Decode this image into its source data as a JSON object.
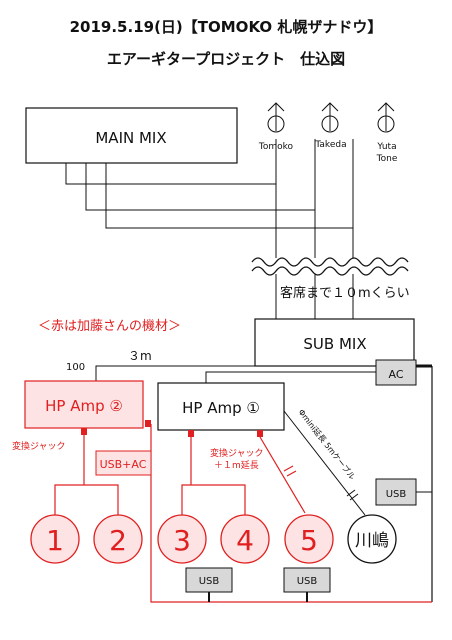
{
  "title": {
    "line1": "2019.5.19(日)【TOMOKO 札幌ザナドウ】",
    "line2": "エアーギタープロジェクト　仕込図"
  },
  "mixers": {
    "main_mix": "MAIN MIX",
    "sub_mix": "SUB MIX"
  },
  "mics": [
    {
      "label": "Tomoko"
    },
    {
      "label": "Takeda"
    },
    {
      "label": "Yuta Tone",
      "line1": "Yuta",
      "line2": "Tone"
    }
  ],
  "notes": {
    "audience_distance": "客席まで１０mくらい",
    "red_note": "＜赤は加藤さんの機材＞",
    "cable_100": "100",
    "cable_3m": "３m",
    "converter_jack": "変換ジャック",
    "converter_jack_ext_1": "変換ジャック",
    "converter_jack_ext_2": "＋１m延長",
    "mini_cable": "Φmini延長 5mケーブル"
  },
  "devices": {
    "hp_amp_2": "HP Amp ②",
    "hp_amp_1": "HP Amp ①",
    "usb_ac": "USB+AC",
    "ac": "AC",
    "usb_right": "USB",
    "usb_bottom_1": "USB",
    "usb_bottom_2": "USB"
  },
  "outputs": [
    {
      "label": "1"
    },
    {
      "label": "2"
    },
    {
      "label": "3"
    },
    {
      "label": "4"
    },
    {
      "label": "5"
    },
    {
      "label": "川嶋"
    }
  ],
  "colors": {
    "red": "#e02020",
    "pink_fill": "#fde3e3",
    "gray_fill": "#d8d8d8",
    "line": "#111111"
  }
}
